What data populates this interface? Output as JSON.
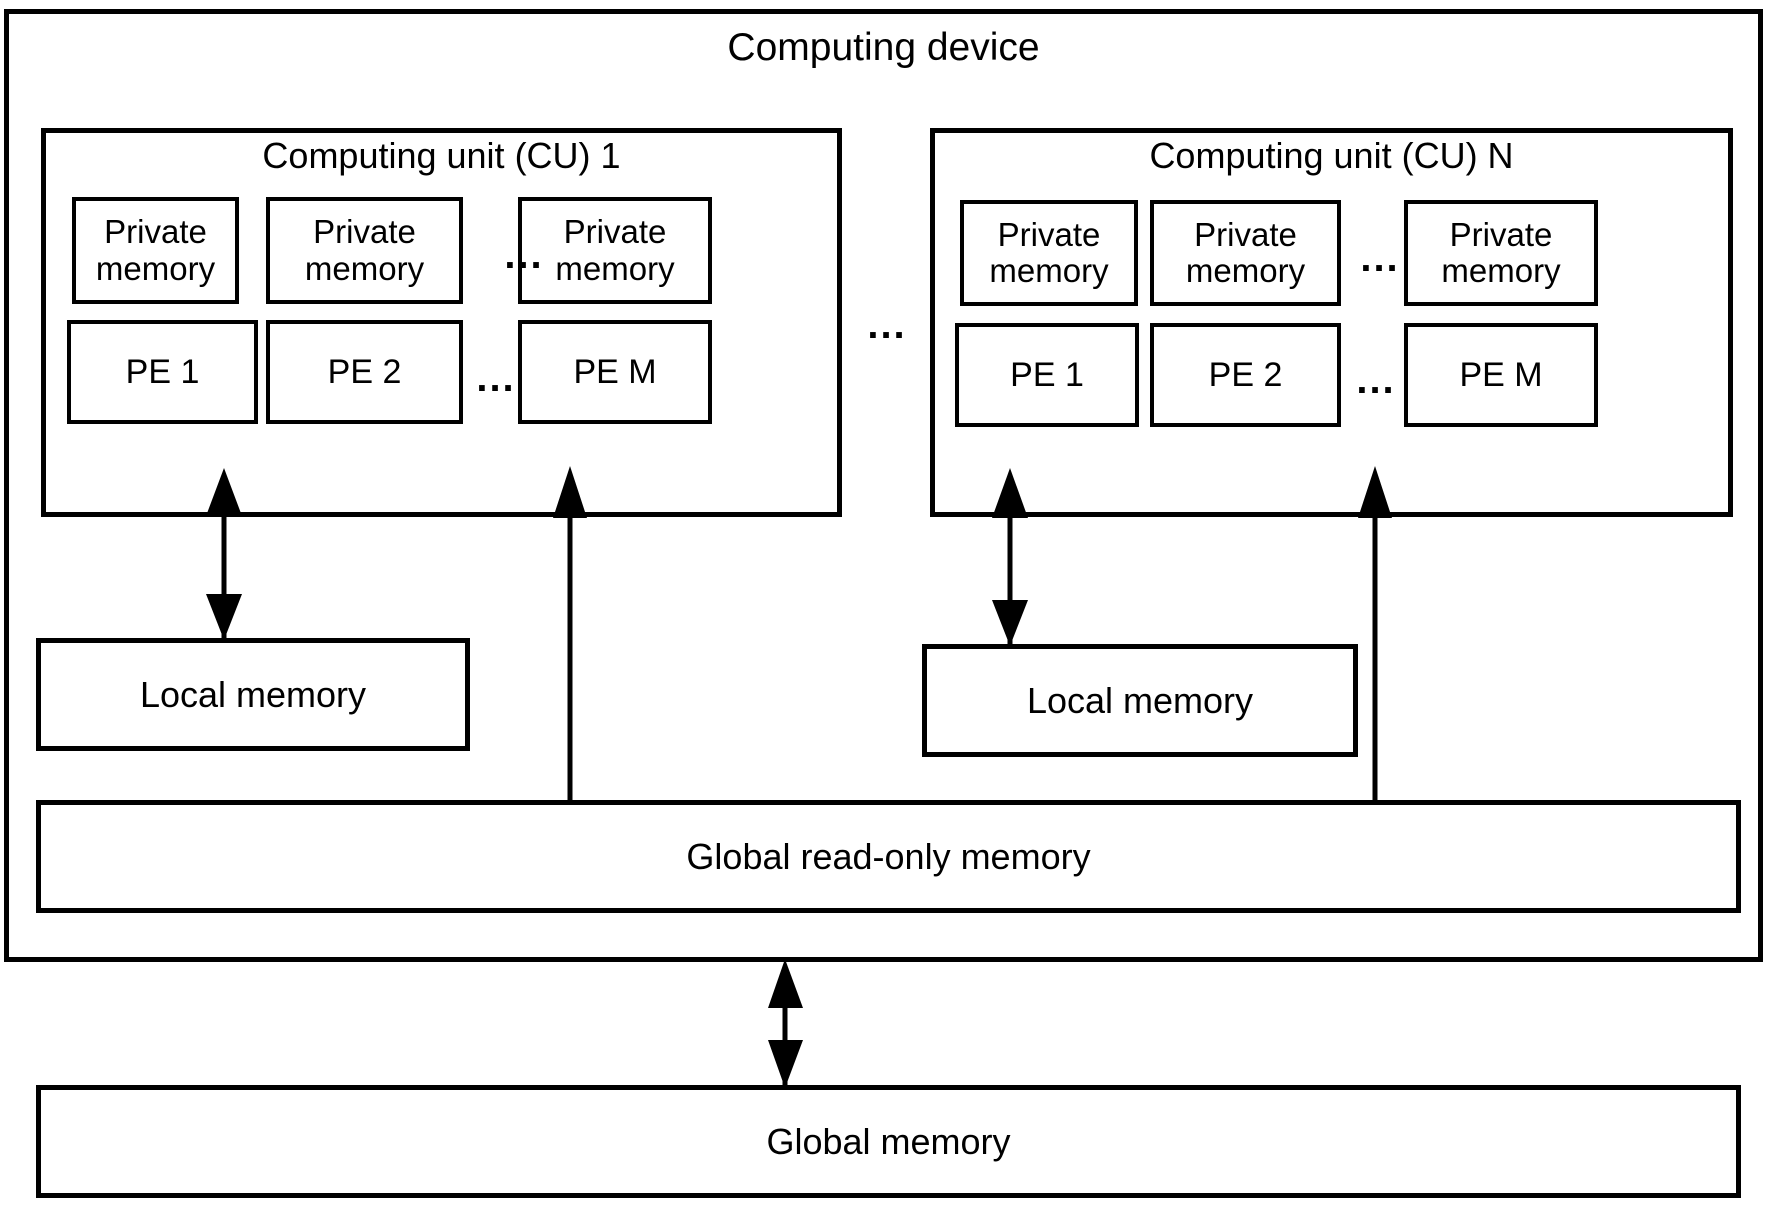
{
  "diagram": {
    "title": "Computing device",
    "ellipsis": "...",
    "compute_units": [
      {
        "title": "Computing unit (CU) 1",
        "private_memories": [
          "Private\nmemory",
          "Private\nmemory",
          "Private\nmemory"
        ],
        "processing_elements": [
          "PE 1",
          "PE 2",
          "PE M"
        ],
        "local_memory": "Local memory",
        "dots_private": "...",
        "dots_pe": "..."
      },
      {
        "title": "Computing unit (CU) N",
        "private_memories": [
          "Private\nmemory",
          "Private\nmemory",
          "Private\nmemory"
        ],
        "processing_elements": [
          "PE 1",
          "PE 2",
          "PE M"
        ],
        "local_memory": "Local memory",
        "dots_private": "...",
        "dots_pe": "..."
      }
    ],
    "global_read_only_memory": "Global read-only memory",
    "global_memory": "Global memory",
    "colors": {
      "stroke": "#000000",
      "background": "#ffffff"
    }
  },
  "chart_data": {
    "type": "diagram",
    "title": "Computing device",
    "nodes": [
      {
        "id": "computing-device",
        "label": "Computing device",
        "level": 0
      },
      {
        "id": "cu-1",
        "label": "Computing unit (CU) 1",
        "level": 1
      },
      {
        "id": "cu-n",
        "label": "Computing unit (CU) N",
        "level": 1
      },
      {
        "id": "cu1-private-1",
        "label": "Private memory",
        "level": 2
      },
      {
        "id": "cu1-private-2",
        "label": "Private memory",
        "level": 2
      },
      {
        "id": "cu1-private-m",
        "label": "Private memory",
        "level": 2
      },
      {
        "id": "cu1-pe-1",
        "label": "PE 1",
        "level": 2
      },
      {
        "id": "cu1-pe-2",
        "label": "PE 2",
        "level": 2
      },
      {
        "id": "cu1-pe-m",
        "label": "PE M",
        "level": 2
      },
      {
        "id": "cun-private-1",
        "label": "Private memory",
        "level": 2
      },
      {
        "id": "cun-private-2",
        "label": "Private memory",
        "level": 2
      },
      {
        "id": "cun-private-m",
        "label": "Private memory",
        "level": 2
      },
      {
        "id": "cun-pe-1",
        "label": "PE 1",
        "level": 2
      },
      {
        "id": "cun-pe-2",
        "label": "PE 2",
        "level": 2
      },
      {
        "id": "cun-pe-m",
        "label": "PE M",
        "level": 2
      },
      {
        "id": "cu1-local-memory",
        "label": "Local memory",
        "level": 1
      },
      {
        "id": "cun-local-memory",
        "label": "Local memory",
        "level": 1
      },
      {
        "id": "global-read-only-memory",
        "label": "Global read-only memory",
        "level": 1
      },
      {
        "id": "global-memory",
        "label": "Global memory",
        "level": 0
      }
    ],
    "edges": [
      {
        "from": "cu-1",
        "to": "cu1-local-memory",
        "direction": "bidirectional"
      },
      {
        "from": "cu-n",
        "to": "cun-local-memory",
        "direction": "bidirectional"
      },
      {
        "from": "global-read-only-memory",
        "to": "cu-1",
        "direction": "up"
      },
      {
        "from": "global-read-only-memory",
        "to": "cu-n",
        "direction": "up"
      },
      {
        "from": "computing-device",
        "to": "global-memory",
        "direction": "bidirectional"
      }
    ]
  }
}
